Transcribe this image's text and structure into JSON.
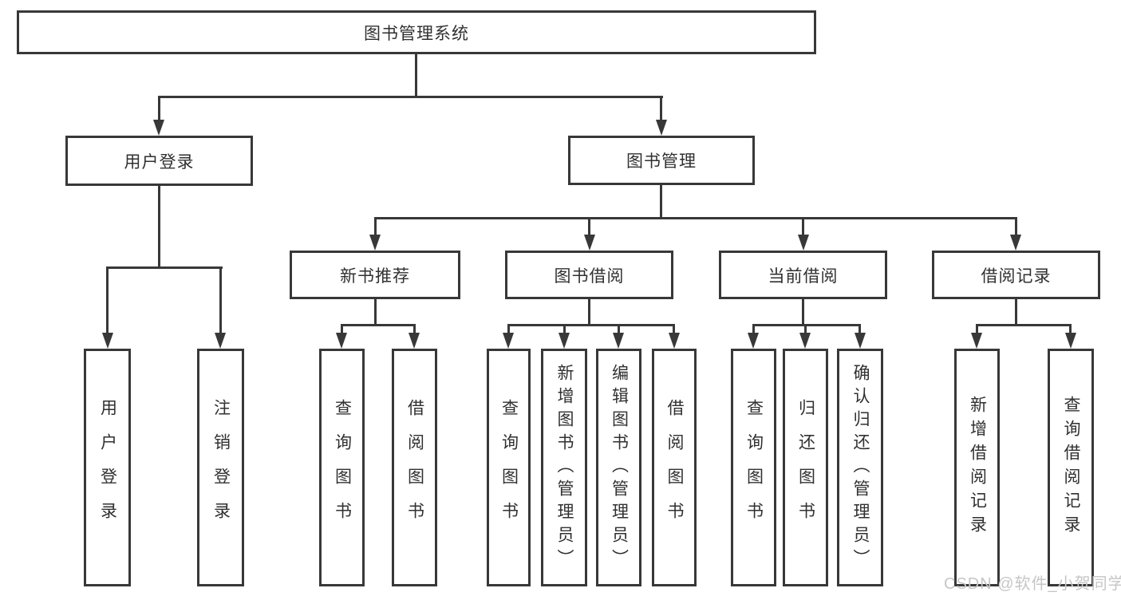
{
  "tree": {
    "label": "图书管理系统",
    "children": [
      {
        "label": "用户登录",
        "children": [
          {
            "label": "用户登录"
          },
          {
            "label": "注销登录"
          }
        ]
      },
      {
        "label": "图书管理",
        "children": [
          {
            "label": "新书推荐",
            "children": [
              {
                "label": "查询图书"
              },
              {
                "label": "借阅图书"
              }
            ]
          },
          {
            "label": "图书借阅",
            "children": [
              {
                "label": "查询图书"
              },
              {
                "label": "新增图书（管理员）"
              },
              {
                "label": "编辑图书（管理员）"
              },
              {
                "label": "借阅图书"
              }
            ]
          },
          {
            "label": "当前借阅",
            "children": [
              {
                "label": "查询图书"
              },
              {
                "label": "归还图书"
              },
              {
                "label": "确认归还（管理员）"
              }
            ]
          },
          {
            "label": "借阅记录",
            "children": [
              {
                "label": "新增借阅记录"
              },
              {
                "label": "查询借阅记录"
              }
            ]
          }
        ]
      }
    ]
  },
  "watermark": {
    "text": "CSDN @软件_小贺同学"
  },
  "colors": {
    "line": "#383838",
    "box_border": "#383838",
    "text": "#303030",
    "watermark": "#c6c6c6",
    "background": "#ffffff"
  }
}
